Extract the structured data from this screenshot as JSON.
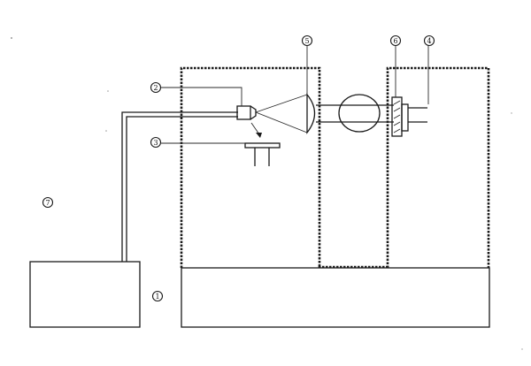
{
  "labels": {
    "n1": "1",
    "n2": "2",
    "n3": "3",
    "n4": "4",
    "n5": "5",
    "n6": "6",
    "n7": "7"
  },
  "colors": {
    "line": "#1a1a1a",
    "background": "#ffffff"
  }
}
